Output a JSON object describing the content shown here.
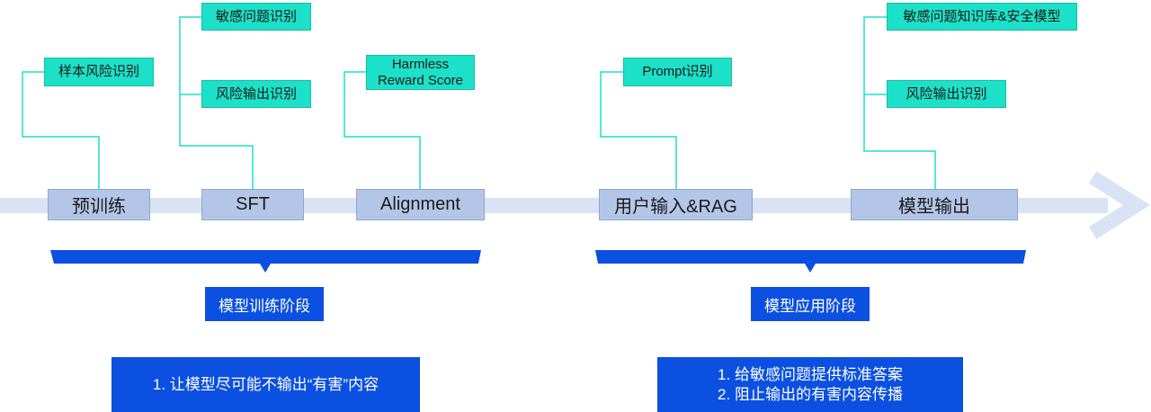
{
  "stages": {
    "pretrain": "预训练",
    "sft": "SFT",
    "alignment": "Alignment",
    "user_input": "用户输入&RAG",
    "model_output": "模型输出"
  },
  "labels": {
    "sample_risk": "样本风险识别",
    "sensitive_question": "敏感问题识别",
    "risk_output_sft": "风险输出识别",
    "harmless_line1": "Harmless",
    "harmless_line2": "Reward Score",
    "prompt_recognition": "Prompt识别",
    "knowledge_base": "敏感问题知识库&安全模型",
    "risk_output_model": "风险输出识别"
  },
  "phases": {
    "training": "模型训练阶段",
    "application": "模型应用阶段"
  },
  "goals": {
    "training": [
      "1. 让模型尽可能不输出“有害”内容"
    ],
    "application": [
      "1. 给敏感问题提供标准答案",
      "2. 阻止输出的有害内容传播"
    ]
  },
  "colors": {
    "stage_fill": "#b4c6e7",
    "label_fill": "#1de0c8",
    "phase_fill": "#0b50e0",
    "arrow": "#dae3f3",
    "connector": "#1de0c8"
  }
}
